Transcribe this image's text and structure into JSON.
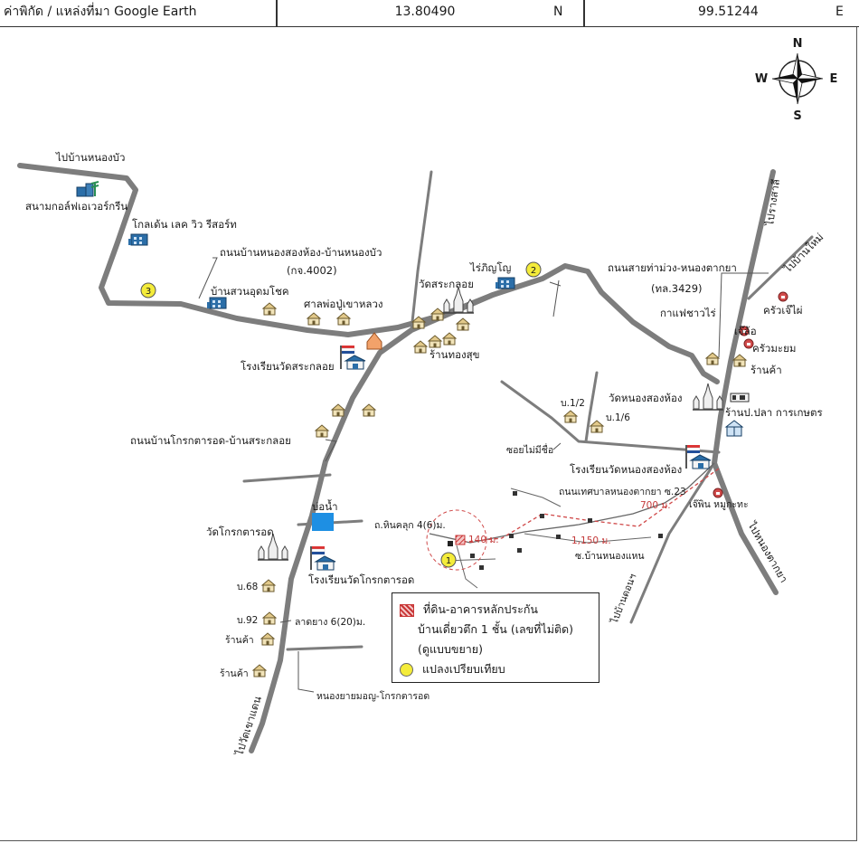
{
  "header": {
    "coord_label": "ค่าพิกัด / แหล่งที่มา Google Earth",
    "lat_value": "13.80490",
    "lat_dir": "N",
    "lon_value": "99.51244",
    "lon_dir": "E"
  },
  "compass": {
    "n": "N",
    "s": "S",
    "e": "E",
    "w": "W"
  },
  "road_labels": {
    "to_nong_bua": "ไปบ้านหนองบัว",
    "road_4002_name": "ถนนบ้านหนองสองห้อง-บ้านหนองบัว",
    "road_4002_code": "(กจ.4002)",
    "road_3429_name": "ถนนสายท่าม่วง-หนองตากยา",
    "road_3429_code": "(ทล.3429)",
    "to_rang_sala": "ไปรางสาลี",
    "to_ban_mai": "ไปบ้านใหม่",
    "krok_road": "ถนนบ้านโกรกตารอด-บ้านสระกลอย",
    "no_name_alley": "ซอยไม่มีชื่อ",
    "municipal_road": "ถนนเทศบาลหนองตากยา ซ.23",
    "to_nong_tak_ya": "ไปหนองตากยา",
    "to_khao_khwang": "ไปวัดเขาแดน",
    "to_ban_don": "ไปบ้านดอนฯ",
    "hin_khluk": "ถ.หินคลุก 4(6)ม.",
    "lat_yang": "ลาดยาง 6(20)ม.",
    "soi_nong_haeo": "ซ.บ้านหนองแหน",
    "nong_yai_road": "หนองยายมอญ-โกรกตารอด"
  },
  "places": {
    "golf": "สนามกอล์ฟเอเวอร์กรีน",
    "golden_lake": "โกลเด้น เลค วิว รีสอร์ท",
    "ban_suan": "บ้านสวนอุดมโชค",
    "sala": "ศาลพ่อปู่เขาหลวง",
    "wat_sa_kloi": "วัดสระกลอย",
    "rai_phiyun": "ไร่ภิญโญ",
    "school_sa_kloi": "โรงเรียนวัดสระกลอย",
    "ran_thong_suk": "ร้านทองสุข",
    "cafe": "กาแฟชาวไร่",
    "krua_jeh": "ครัวเจ๊ไผ่",
    "jia_lo": "เจ๊ล้อ",
    "krua_ma_yom": "ครัวมะยม",
    "shop_right": "ร้านค้า",
    "wat_nong_song_hong": "วัดหนองสองห้อง",
    "fish_shop": "ร้านป.ปลา การเกษตร",
    "b_12": "บ.1/2",
    "b_16": "บ.1/6",
    "school_nong_song_hong": "โรงเรียนวัดหนองสองห้อง",
    "jia_phin": "เจ๊พิน หมูกะทะ",
    "pond": "บ่อน้ำ",
    "wat_krok": "วัดโกรกตารอด",
    "school_krok": "โรงเรียนวัดโกรกตารอด",
    "b_68": "บ.68",
    "b_92": "บ.92",
    "shop_a": "ร้านค้า",
    "shop_b": "ร้านค้า"
  },
  "markers": {
    "m1": "1",
    "m2": "2",
    "m3": "3"
  },
  "distances": {
    "d140": "140 ม.",
    "d1150": "1,150 ม.",
    "d700": "700 ม."
  },
  "legend": {
    "subject_line1": "ที่ดิน-อาคารหลักประกัน",
    "subject_line2": "บ้านเดี่ยวตึก 1 ชั้น (เลขที่ไม่ติด)",
    "subject_line3": "(ดูแบบขยาย)",
    "comparable": "แปลงเปรียบเทียบ"
  },
  "colors": {
    "road": "#7d7d7d",
    "marker_yellow": "#f4ec3a",
    "subject_red": "#d14b4b",
    "dashed_red": "#d04848",
    "pond_blue": "#1e8fe3",
    "building_blue": "#2b6ea8",
    "house_tan": "#e2c98a"
  }
}
